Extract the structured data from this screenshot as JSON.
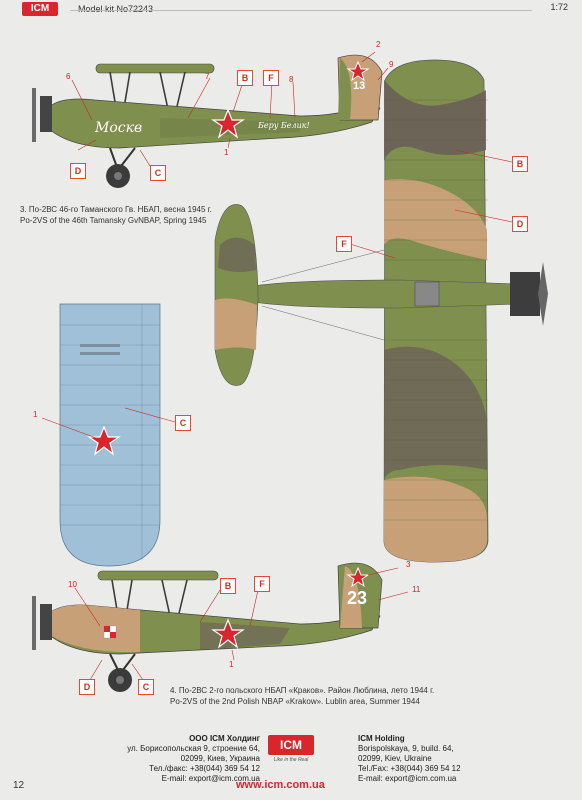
{
  "header": {
    "brand": "ICM",
    "kit_label": "Model kit No72243",
    "scale": "1:72"
  },
  "callouts": {
    "B": "B",
    "C": "C",
    "D": "D",
    "F": "F"
  },
  "numbers": {
    "n1": "1",
    "n2": "2",
    "n3": "3",
    "n6": "6",
    "n7": "7",
    "n8": "8",
    "n9": "9",
    "n10": "10",
    "n11": "11"
  },
  "markings": {
    "tail_13": "13",
    "tail_23": "23"
  },
  "captions": {
    "c3_ru": "3. По-2ВС 46-го Таманского Гв. НБАП, весна 1945 г.",
    "c3_en": "Po-2VS of the 46th Tamansky GvNBAP, Spring 1945",
    "c4_ru": "4. По-2ВС 2-го польского НБАП «Краков». Район Люблина, лето 1944 г.",
    "c4_en": "Po-2VS of the 2nd Polish NBAP «Krakow». Lublin area, Summer 1944"
  },
  "footer": {
    "left": [
      "ООО ICM Холдинг",
      "ул. Борисопольская 9, строение 64,",
      "02099, Киев, Украина",
      "Тел./факс: +38(044) 369 54 12",
      "E-mail: export@icm.com.ua"
    ],
    "right": [
      "ICM Holding",
      "Borispolskaya, 9, build. 64,",
      "02099, Kiev, Ukraine",
      "Tel./Fax: +38(044) 369 54 12",
      "E-mail: export@icm.com.ua"
    ],
    "logo": "ICM",
    "slogan": "Like in the Real",
    "website": "www.icm.com.ua",
    "page_number": "12"
  },
  "colors": {
    "green": "#7f8f4e",
    "tan": "#c7a077",
    "dark": "#6b5f5a",
    "blue": "#9fc0d7",
    "red": "#d9262c"
  }
}
